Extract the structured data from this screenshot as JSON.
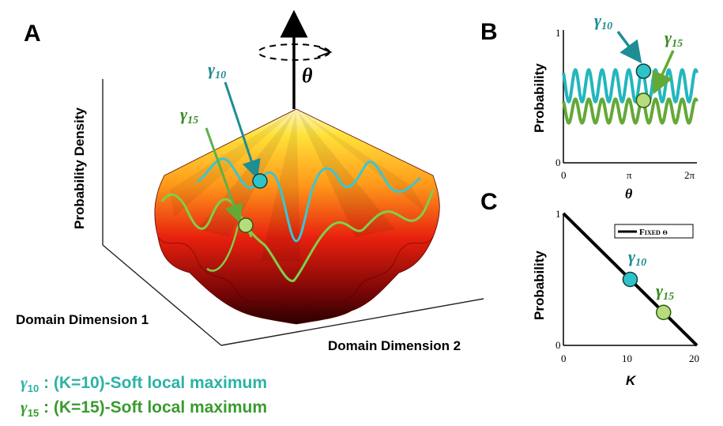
{
  "colors": {
    "teal": "#22b7bd",
    "teal_dark": "#1e8d94",
    "green": "#63a936",
    "green_light": "#b6dc7b",
    "legend_teal": "#2bb3a5",
    "legend_green": "#3a9b2e"
  },
  "panel_a": {
    "letter": "A",
    "z_label": "Probability Density",
    "x_label": "Domain Dimension 1",
    "y_label": "Domain Dimension 2",
    "rotation_label": "θ",
    "g10_symbol": "γ",
    "g10_sub": "10",
    "g15_symbol": "γ",
    "g15_sub": "15"
  },
  "panel_b": {
    "letter": "B",
    "ylabel": "Probability",
    "xlabel": "θ",
    "y_ticks": [
      "1",
      "0"
    ],
    "x_ticks": [
      "0",
      "π",
      "2π"
    ],
    "g10_symbol": "γ",
    "g10_sub": "10",
    "g15_symbol": "γ",
    "g15_sub": "15"
  },
  "panel_c": {
    "letter": "C",
    "ylabel": "Probability",
    "xlabel": "K",
    "y_ticks": [
      "1",
      "0"
    ],
    "x_ticks": [
      "0",
      "10",
      "20"
    ],
    "legend_label": "Fixed θ",
    "g10_symbol": "γ",
    "g10_sub": "10",
    "g15_symbol": "γ",
    "g15_sub": "15"
  },
  "legend": {
    "line1_symbol": "γ",
    "line1_sub": "10",
    "line1_sep": " : ",
    "line1_text": "(K=10)-Soft local maximum",
    "line2_symbol": "γ",
    "line2_sub": "15",
    "line2_sep": " : ",
    "line2_text": "(K=15)-Soft local maximum"
  },
  "chart_data": [
    {
      "type": "line",
      "panel": "B",
      "xlabel": "θ",
      "ylabel": "Probability",
      "xlim": [
        0,
        6.2832
      ],
      "ylim": [
        0,
        1
      ],
      "x_ticks": [
        "0",
        "π",
        "2π"
      ],
      "series": [
        {
          "name": "γ10",
          "mean": 0.58,
          "amplitude": 0.12,
          "cycles": 10,
          "color": "#22b7bd"
        },
        {
          "name": "γ15",
          "mean": 0.39,
          "amplitude": 0.09,
          "cycles": 10,
          "color": "#63a936"
        }
      ],
      "markers": [
        {
          "name": "γ10",
          "x": 3.77,
          "y": 0.69
        },
        {
          "name": "γ15",
          "x": 3.77,
          "y": 0.47
        }
      ]
    },
    {
      "type": "line",
      "panel": "C",
      "xlabel": "K",
      "ylabel": "Probability",
      "xlim": [
        0,
        20
      ],
      "ylim": [
        0,
        1
      ],
      "series": [
        {
          "name": "Fixed θ",
          "x": [
            0,
            20
          ],
          "y": [
            1,
            0
          ],
          "color": "#000000"
        }
      ],
      "markers": [
        {
          "name": "γ10",
          "x": 10,
          "y": 0.5
        },
        {
          "name": "γ15",
          "x": 15,
          "y": 0.25
        }
      ]
    }
  ]
}
